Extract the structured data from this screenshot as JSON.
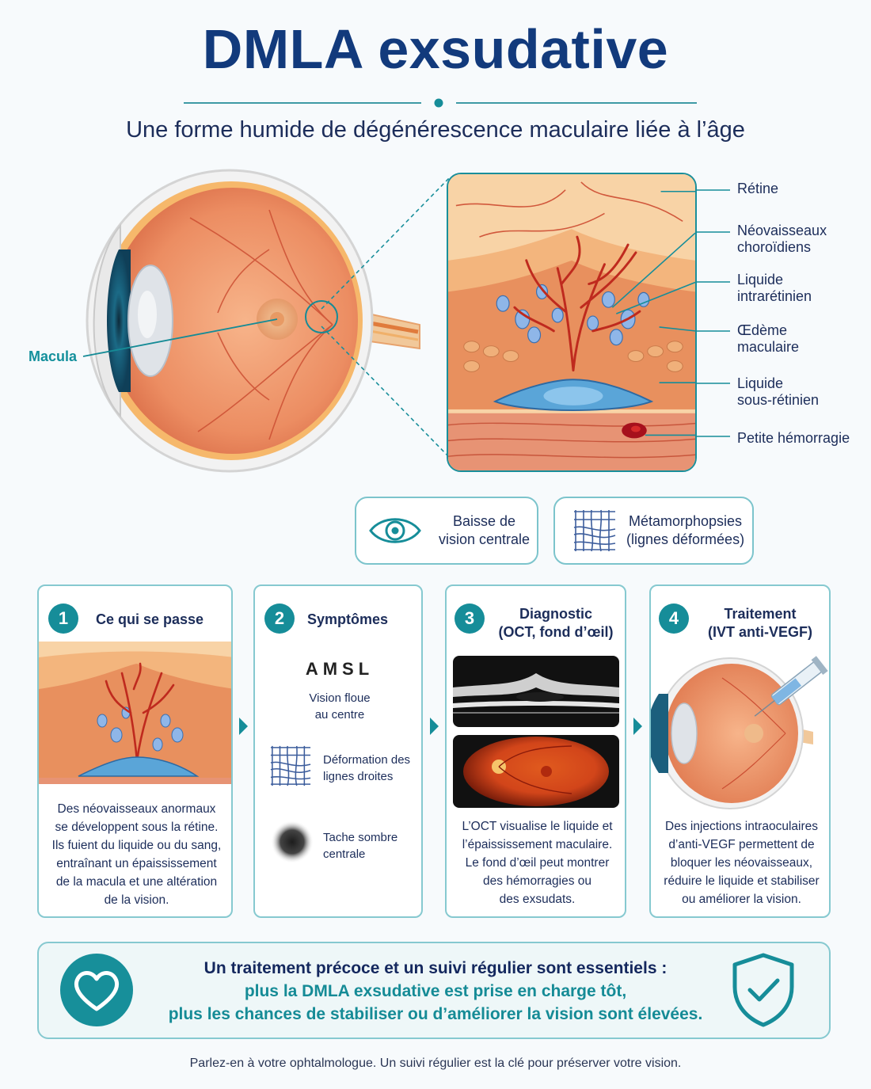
{
  "header": {
    "title": "DMLA exsudative",
    "subtitle": "Une forme humide de dégénérescence maculaire liée à l’âge"
  },
  "eye": {
    "macula_label": "Macula"
  },
  "zoom_labels": [
    {
      "line1": "Rétine",
      "line2": ""
    },
    {
      "line1": "Néovaisseaux",
      "line2": "choroïdiens"
    },
    {
      "line1": "Liquide",
      "line2": "intrarétinien"
    },
    {
      "line1": "Œdème",
      "line2": "maculaire"
    },
    {
      "line1": "Liquide",
      "line2": "sous-rétinien"
    },
    {
      "line1": "Petite hémorragie",
      "line2": ""
    }
  ],
  "symptom_pills": [
    {
      "line1": "Baisse de",
      "line2": "vision centrale",
      "icon": "eye-icon"
    },
    {
      "line1": "Métamorphopsies",
      "line2": "(lignes déformées)",
      "icon": "distorted-grid-icon"
    }
  ],
  "steps": [
    {
      "number": "1",
      "title_line1": "Ce qui se passe",
      "title_line2": "",
      "text": [
        "Des néovaisseaux anormaux",
        "se développent sous la rétine.",
        "Ils fuient du liquide ou du sang,",
        "entraînant un épaississement",
        "de la macula et une altération",
        "de la vision."
      ]
    },
    {
      "number": "2",
      "title_line1": "Symptômes",
      "title_line2": "",
      "amsl": "AMSL",
      "items": [
        {
          "line1": "Vision floue",
          "line2": "au centre",
          "icon": "blurred-letters-icon"
        },
        {
          "line1": "Déformation des",
          "line2": "lignes droites",
          "icon": "distorted-grid-icon"
        },
        {
          "line1": "Tache sombre",
          "line2": "centrale",
          "icon": "dark-spot-icon"
        }
      ]
    },
    {
      "number": "3",
      "title_line1": "Diagnostic",
      "title_line2": "(OCT, fond d’œil)",
      "text": [
        "L’OCT visualise le liquide et",
        "l’épaississement maculaire.",
        "Le fond d’œil peut montrer",
        "des hémorragies ou",
        "des exsudats."
      ]
    },
    {
      "number": "4",
      "title_line1": "Traitement",
      "title_line2": "(IVT anti-VEGF)",
      "text": [
        "Des injections intraoculaires",
        "d’anti-VEGF permettent de",
        "bloquer les néovaisseaux,",
        "réduire le liquide et stabiliser",
        "ou améliorer la vision."
      ]
    }
  ],
  "callout": {
    "line1": "Un traitement précoce et un suivi régulier sont essentiels :",
    "line2": "plus la DMLA exsudative est prise en charge tôt,",
    "line3": "plus les chances de stabiliser ou d’améliorer la vision sont élevées."
  },
  "footer": "Parlez-en à votre ophtalmologue. Un suivi régulier est la clé pour préserver votre vision.",
  "colors": {
    "teal": "#168d99",
    "navy": "#123a7c",
    "retina_orange": "#f0a070",
    "fluid_blue": "#5aa5d8",
    "vessel_red": "#c0281e"
  }
}
